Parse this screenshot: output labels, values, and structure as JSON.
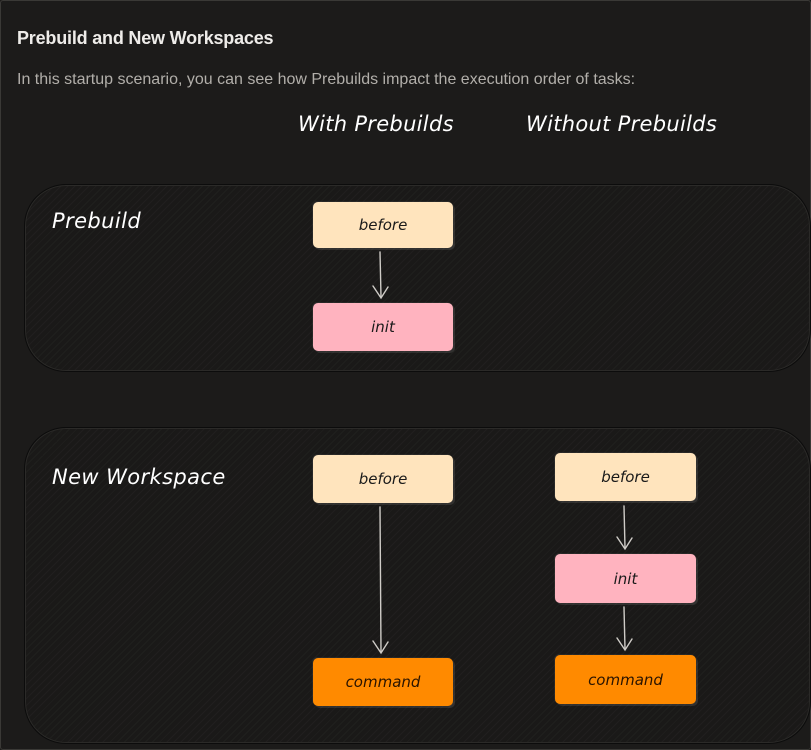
{
  "section": {
    "title": "Prebuild and New Workspaces",
    "intro": "In this startup scenario, you can see how Prebuilds impact the execution order of tasks:"
  },
  "diagram": {
    "columns": {
      "with": "With Prebuilds",
      "without": "Without Prebuilds"
    },
    "groups": {
      "prebuild": {
        "label": "Prebuild",
        "with_nodes": [
          "before",
          "init"
        ]
      },
      "new_workspace": {
        "label": "New Workspace",
        "with_nodes": [
          "before",
          "command"
        ],
        "without_nodes": [
          "before",
          "init",
          "command"
        ]
      }
    },
    "colors": {
      "before": "#ffe4bd",
      "init": "#ffb3bf",
      "command": "#ff8a00",
      "background": "#1c1b1a"
    }
  }
}
